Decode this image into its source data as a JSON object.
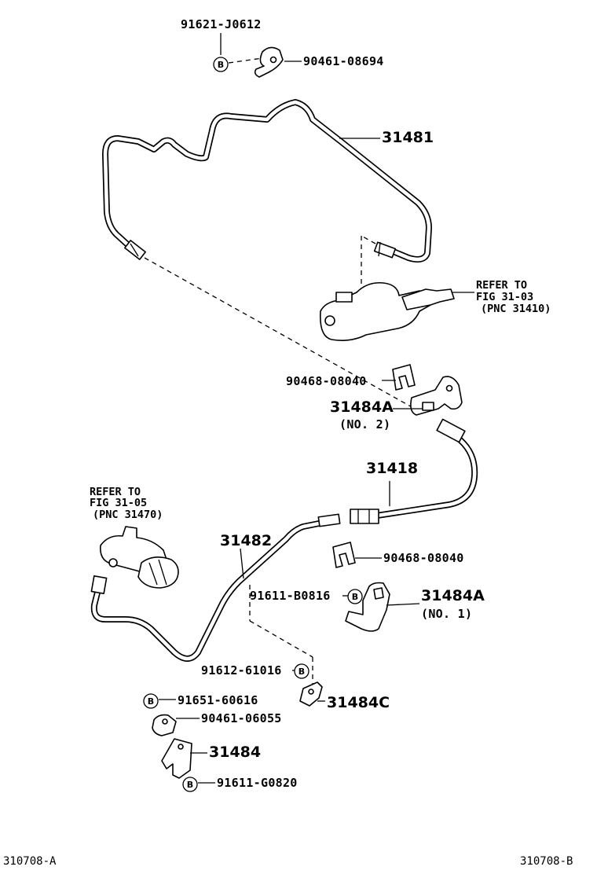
{
  "labels": {
    "p_91621_J0612": "91621-J0612",
    "p_90461_08694": "90461-08694",
    "p_31481": "31481",
    "refer_1_line1": "REFER TO",
    "refer_1_line2": "FIG 31-03",
    "refer_1_line3": "(PNC 31410)",
    "p_90468_08040_top": "90468-08040",
    "p_31484A_no2": "31484A",
    "p_no2": "(NO. 2)",
    "p_31418": "31418",
    "refer_2_line1": "REFER TO",
    "refer_2_line2": "FIG 31-05",
    "refer_2_line3": "(PNC 31470)",
    "p_31482": "31482",
    "p_90468_08040_bot": "90468-08040",
    "p_91611_B0816": "91611-B0816",
    "p_31484A_no1": "31484A",
    "p_no1": "(NO. 1)",
    "p_91612_61016": "91612-61016",
    "p_31484C": "31484C",
    "p_91651_60616": "91651-60616",
    "p_90461_06055": "90461-06055",
    "p_31484": "31484",
    "p_91611_G0820": "91611-G0820",
    "corner_left": "310708-A",
    "corner_right": "310708-B"
  },
  "bolt_marker": "B",
  "icons": [
    "bolt-b-icon"
  ]
}
